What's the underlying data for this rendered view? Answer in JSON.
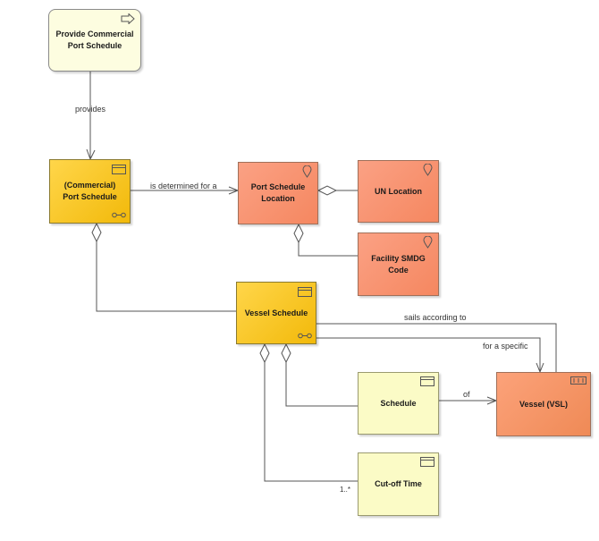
{
  "nodes": {
    "provide": "Provide Commercial Port Schedule",
    "commercial": "(Commercial) Port Schedule",
    "port_location": "Port Schedule Location",
    "un_location": "UN Location",
    "facility": "Facility SMDG Code",
    "vessel_schedule": "Vessel Schedule",
    "schedule": "Schedule",
    "vessel": "Vessel (VSL)",
    "cutoff": "Cut-off Time"
  },
  "edges": {
    "provides": "provides",
    "determined": "is determined for a",
    "sails": "sails according to",
    "specific": "for a specific",
    "of": "of",
    "multiplicity": "1..*"
  },
  "colors": {
    "process": "#fdfde0",
    "business_object": "#f5c21e",
    "location": "#f58760",
    "equipment": "#ef8a56",
    "data": "#fbfbc6"
  },
  "icons": [
    "process-arrow-icon",
    "object-icon",
    "location-pin-icon",
    "equipment-icon"
  ]
}
